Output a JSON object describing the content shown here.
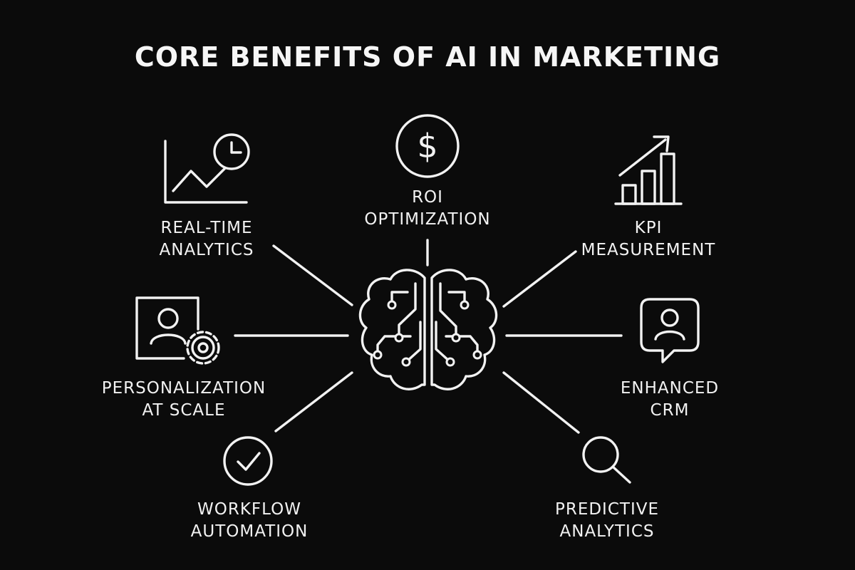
{
  "title": "CORE BENEFITS OF AI IN MARKETING",
  "center": {
    "icon": "brain-circuit-icon"
  },
  "benefits": [
    {
      "id": "roi",
      "line1": "ROI",
      "line2": "OPTIMIZATION",
      "icon": "dollar-circle-icon",
      "symbol": "$"
    },
    {
      "id": "real-time-analytics",
      "line1": "REAL-TIME",
      "line2": "ANALYTICS",
      "icon": "line-chart-clock-icon"
    },
    {
      "id": "kpi",
      "line1": "KPI",
      "line2": "MEASUREMENT",
      "icon": "bar-chart-arrow-icon"
    },
    {
      "id": "personalization",
      "line1": "PERSONALIZATION",
      "line2": "AT SCALE",
      "icon": "user-gear-icon"
    },
    {
      "id": "crm",
      "line1": "ENHANCED",
      "line2": "CRM",
      "icon": "user-chat-bubble-icon"
    },
    {
      "id": "workflow",
      "line1": "WORKFLOW",
      "line2": "AUTOMATION",
      "icon": "check-circle-icon"
    },
    {
      "id": "predictive",
      "line1": "PREDICTIVE",
      "line2": "ANALYTICS",
      "icon": "magnifier-icon"
    }
  ],
  "colors": {
    "background": "#0b0b0b",
    "foreground": "#f2f2f2"
  }
}
